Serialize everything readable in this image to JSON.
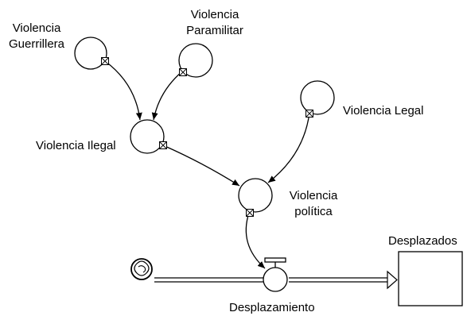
{
  "nodes": {
    "violencia_guerrillera": {
      "line1": "Violencia",
      "line2": "Guerrillera"
    },
    "violencia_paramilitar": {
      "line1": "Violencia",
      "line2": "Paramilitar"
    },
    "violencia_legal": {
      "label": "Violencia Legal"
    },
    "violencia_ilegal": {
      "label": "Violencia Ilegal"
    },
    "violencia_politica": {
      "line1": "Violencia",
      "line2": "política"
    },
    "desplazados": {
      "label": "Desplazados"
    },
    "desplazamiento": {
      "label": "Desplazamiento"
    }
  },
  "links": [
    {
      "from": "violencia_guerrillera",
      "to": "violencia_ilegal"
    },
    {
      "from": "violencia_paramilitar",
      "to": "violencia_ilegal"
    },
    {
      "from": "violencia_ilegal",
      "to": "violencia_politica"
    },
    {
      "from": "violencia_legal",
      "to": "violencia_politica"
    },
    {
      "from": "violencia_politica",
      "to": "desplazamiento"
    }
  ],
  "flows": [
    {
      "from": "source_cloud",
      "to": "desplazados",
      "rate": "desplazamiento"
    }
  ],
  "colors": {
    "stroke": "#000000",
    "fill": "#ffffff"
  }
}
